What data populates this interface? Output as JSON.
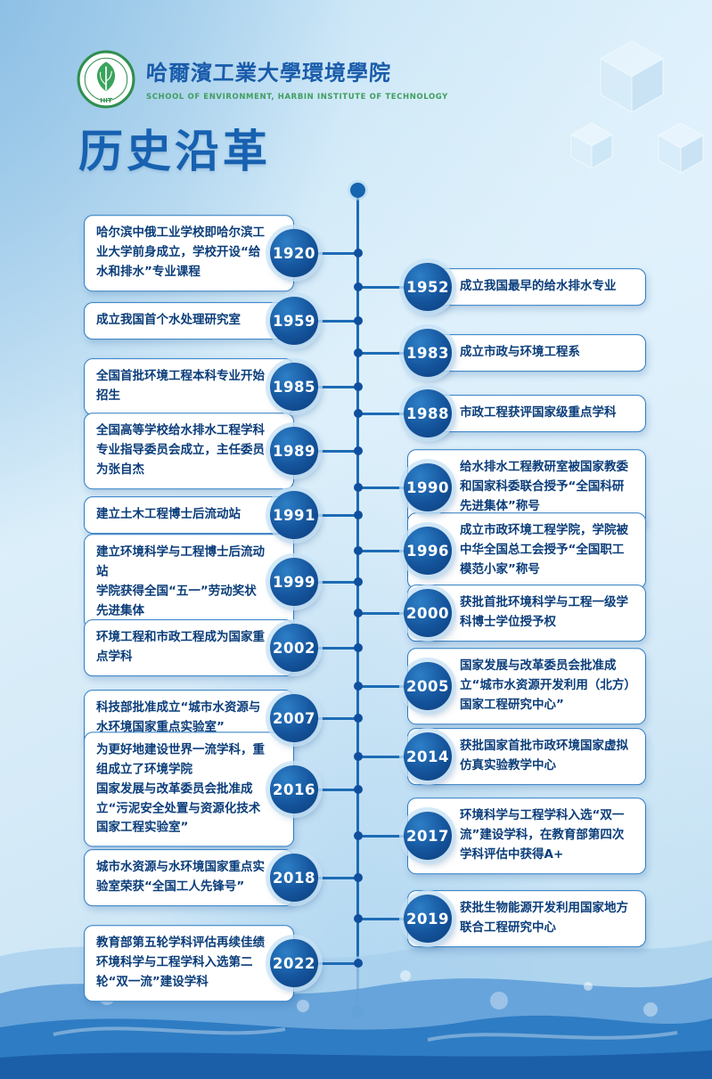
{
  "header": {
    "org_cn": "哈爾濱工業大學環境學院",
    "org_en": "SCHOOL OF ENVIRONMENT, HARBIN INSTITUTE OF TECHNOLOGY",
    "logo_label": "HIT"
  },
  "page_title": "历史沿革",
  "colors": {
    "title_blue": "#1761b0",
    "line_blue": "#1e6cb5",
    "circle_navy": "#0c3d7c",
    "box_border": "#2e7cc3",
    "box_text": "#0a3d7a",
    "logo_green": "#3f9e5f",
    "water_deep": "#2272bb"
  },
  "timeline": {
    "items": [
      {
        "year": "1920",
        "text": "哈尔滨中俄工业学校即哈尔滨工业大学前身成立，学校开设“给水和排水”专业课程"
      },
      {
        "year": "1952",
        "text": "成立我国最早的给水排水专业"
      },
      {
        "year": "1959",
        "text": "成立我国首个水处理研究室"
      },
      {
        "year": "1983",
        "text": "成立市政与环境工程系"
      },
      {
        "year": "1985",
        "text": "全国首批环境工程本科专业开始招生"
      },
      {
        "year": "1988",
        "text": "市政工程获评国家级重点学科"
      },
      {
        "year": "1989",
        "text": "全国高等学校给水排水工程学科专业指导委员会成立，主任委员为张自杰"
      },
      {
        "year": "1990",
        "text": "给水排水工程教研室被国家教委和国家科委联合授予“全国科研先进集体”称号"
      },
      {
        "year": "1991",
        "text": "建立土木工程博士后流动站"
      },
      {
        "year": "1996",
        "text": "成立市政环境工程学院，学院被中华全国总工会授予“全国职工模范小家”称号"
      },
      {
        "year": "1999",
        "text": "建立环境科学与工程博士后流动站\n学院获得全国“五一”劳动奖状先进集体"
      },
      {
        "year": "2000",
        "text": "获批首批环境科学与工程一级学科博士学位授予权"
      },
      {
        "year": "2002",
        "text": "环境工程和市政工程成为国家重点学科"
      },
      {
        "year": "2005",
        "text": "国家发展与改革委员会批准成立“城市水资源开发利用（北方）国家工程研究中心”"
      },
      {
        "year": "2007",
        "text": "科技部批准成立“城市水资源与水环境国家重点实验室”"
      },
      {
        "year": "2014",
        "text": "获批国家首批市政环境国家虚拟仿真实验教学中心"
      },
      {
        "year": "2016",
        "text": "为更好地建设世界一流学科，重组成立了环境学院\n国家发展与改革委员会批准成立“污泥安全处置与资源化技术国家工程实验室”"
      },
      {
        "year": "2017",
        "text": "环境科学与工程学科入选“双一流”建设学科，在教育部第四次学科评估中获得A+"
      },
      {
        "year": "2018",
        "text": "城市水资源与水环境国家重点实验室荣获“全国工人先锋号”"
      },
      {
        "year": "2019",
        "text": "获批生物能源开发利用国家地方联合工程研究中心"
      },
      {
        "year": "2022",
        "text": "教育部第五轮学科评估再续佳绩\n环境科学与工程学科入选第二轮“双一流”建设学科"
      }
    ]
  }
}
